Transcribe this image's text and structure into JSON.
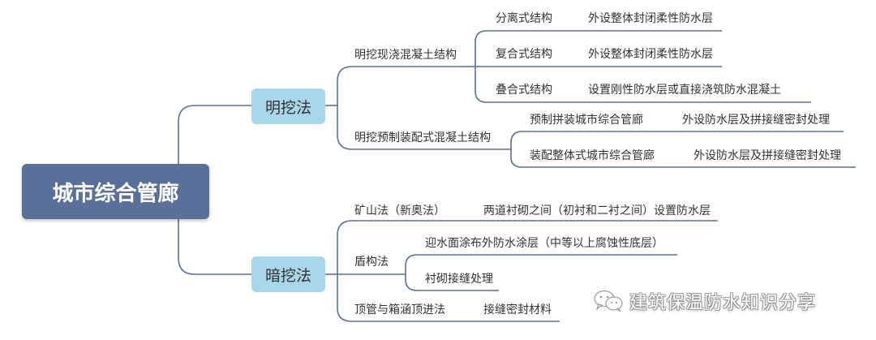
{
  "root": {
    "label": "城市综合管廊"
  },
  "open_cut": {
    "label": "明挖法",
    "cast_in_place": {
      "label": "明挖现浇混凝土结构",
      "items": [
        {
          "type": "分离式结构",
          "method": "外设整体封闭柔性防水层"
        },
        {
          "type": "复合式结构",
          "method": "外设整体封闭柔性防水层"
        },
        {
          "type": "叠合式结构",
          "method": "设置刚性防水层或直接浇筑防水混凝土"
        }
      ]
    },
    "prefab": {
      "label": "明挖预制装配式混凝土结构",
      "items": [
        {
          "type": "预制拼装城市综合管廊",
          "method": "外设防水层及拼接缝密封处理"
        },
        {
          "type": "装配整体式城市综合管廊",
          "method": "外设防水层及拼接缝密封处理"
        }
      ]
    }
  },
  "underground": {
    "label": "暗挖法",
    "mining": {
      "label": "矿山法（新奥法）",
      "method": "两道衬砌之间（初衬和二衬之间）设置防水层"
    },
    "shield": {
      "label": "盾构法",
      "items": [
        "迎水面涂布外防水涂层（中等以上腐蚀性底层）",
        "衬砌接缝处理"
      ]
    },
    "jacking": {
      "label": "顶管与箱涵顶进法",
      "method": "接缝密封材料"
    }
  },
  "watermark": {
    "text": "建筑保温防水知识分享"
  },
  "colors": {
    "line": "#5b6f95",
    "root": "#5a7098",
    "main": "#a8d6ea"
  }
}
